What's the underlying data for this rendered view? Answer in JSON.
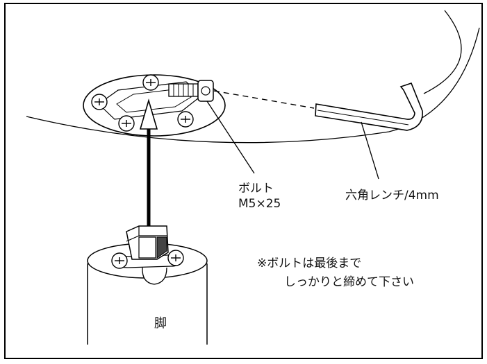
{
  "labels": {
    "bolt_name": "ボルト",
    "bolt_size": "M5×25",
    "wrench": "六角レンチ/4mm",
    "note_line1": "※ボルトは最後まで",
    "note_line2": "しっかりと締めて下さい",
    "leg": "脚"
  }
}
